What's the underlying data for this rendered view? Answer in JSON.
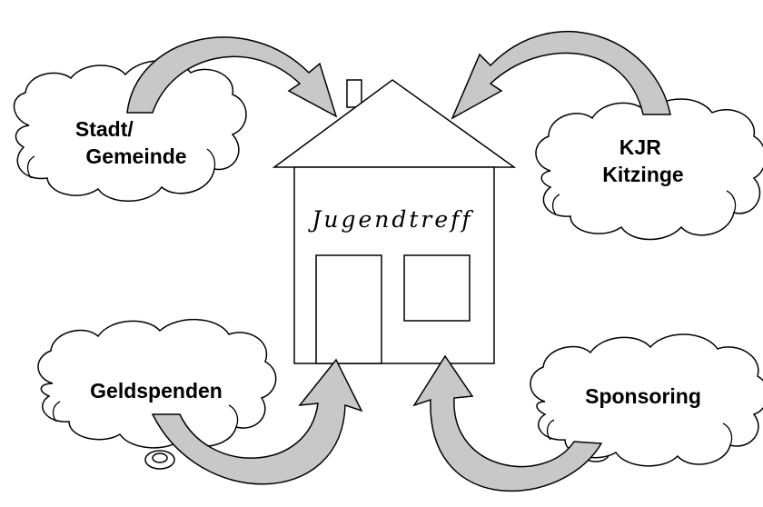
{
  "house": {
    "title": "Jugendtreff"
  },
  "sources": {
    "stadt": [
      "Stadt/",
      "Gemeinde"
    ],
    "kjr": [
      "KJR",
      "Kitzinge"
    ],
    "geldspenden": [
      "Geldspenden"
    ],
    "sponsoring": [
      "Sponsoring"
    ]
  },
  "colors": {
    "arrow_fill": "#c8c8c8",
    "stroke": "#000000",
    "background": "#ffffff"
  }
}
